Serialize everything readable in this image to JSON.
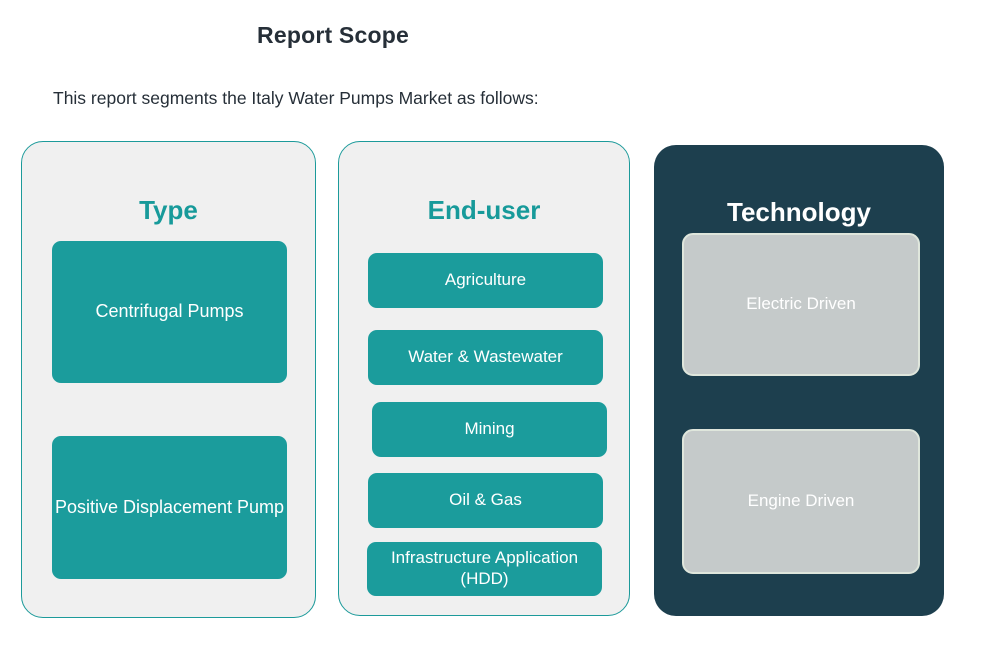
{
  "header": {
    "title": "Report Scope",
    "intro": "This report segments the Italy Water Pumps Market as follows:"
  },
  "colors": {
    "teal": "#1b9c9c",
    "teal_heading": "#179a9a",
    "dark_navy": "#1d3f4e",
    "gray_box": "#c5caca",
    "card_bg": "#f0f0f0",
    "title_text": "#262f38"
  },
  "columns": [
    {
      "heading": "Type",
      "style": "light",
      "items": [
        {
          "label": "Centrifugal Pumps"
        },
        {
          "label": "Positive Displacement Pump"
        }
      ]
    },
    {
      "heading": "End-user",
      "style": "light",
      "items": [
        {
          "label": "Agriculture"
        },
        {
          "label": "Water & Wastewater"
        },
        {
          "label": "Mining"
        },
        {
          "label": "Oil & Gas"
        },
        {
          "label": "Infrastructure Application (HDD)"
        }
      ]
    },
    {
      "heading": "Technology",
      "style": "dark",
      "items": [
        {
          "label": "Electric Driven"
        },
        {
          "label": "Engine Driven"
        }
      ]
    }
  ]
}
